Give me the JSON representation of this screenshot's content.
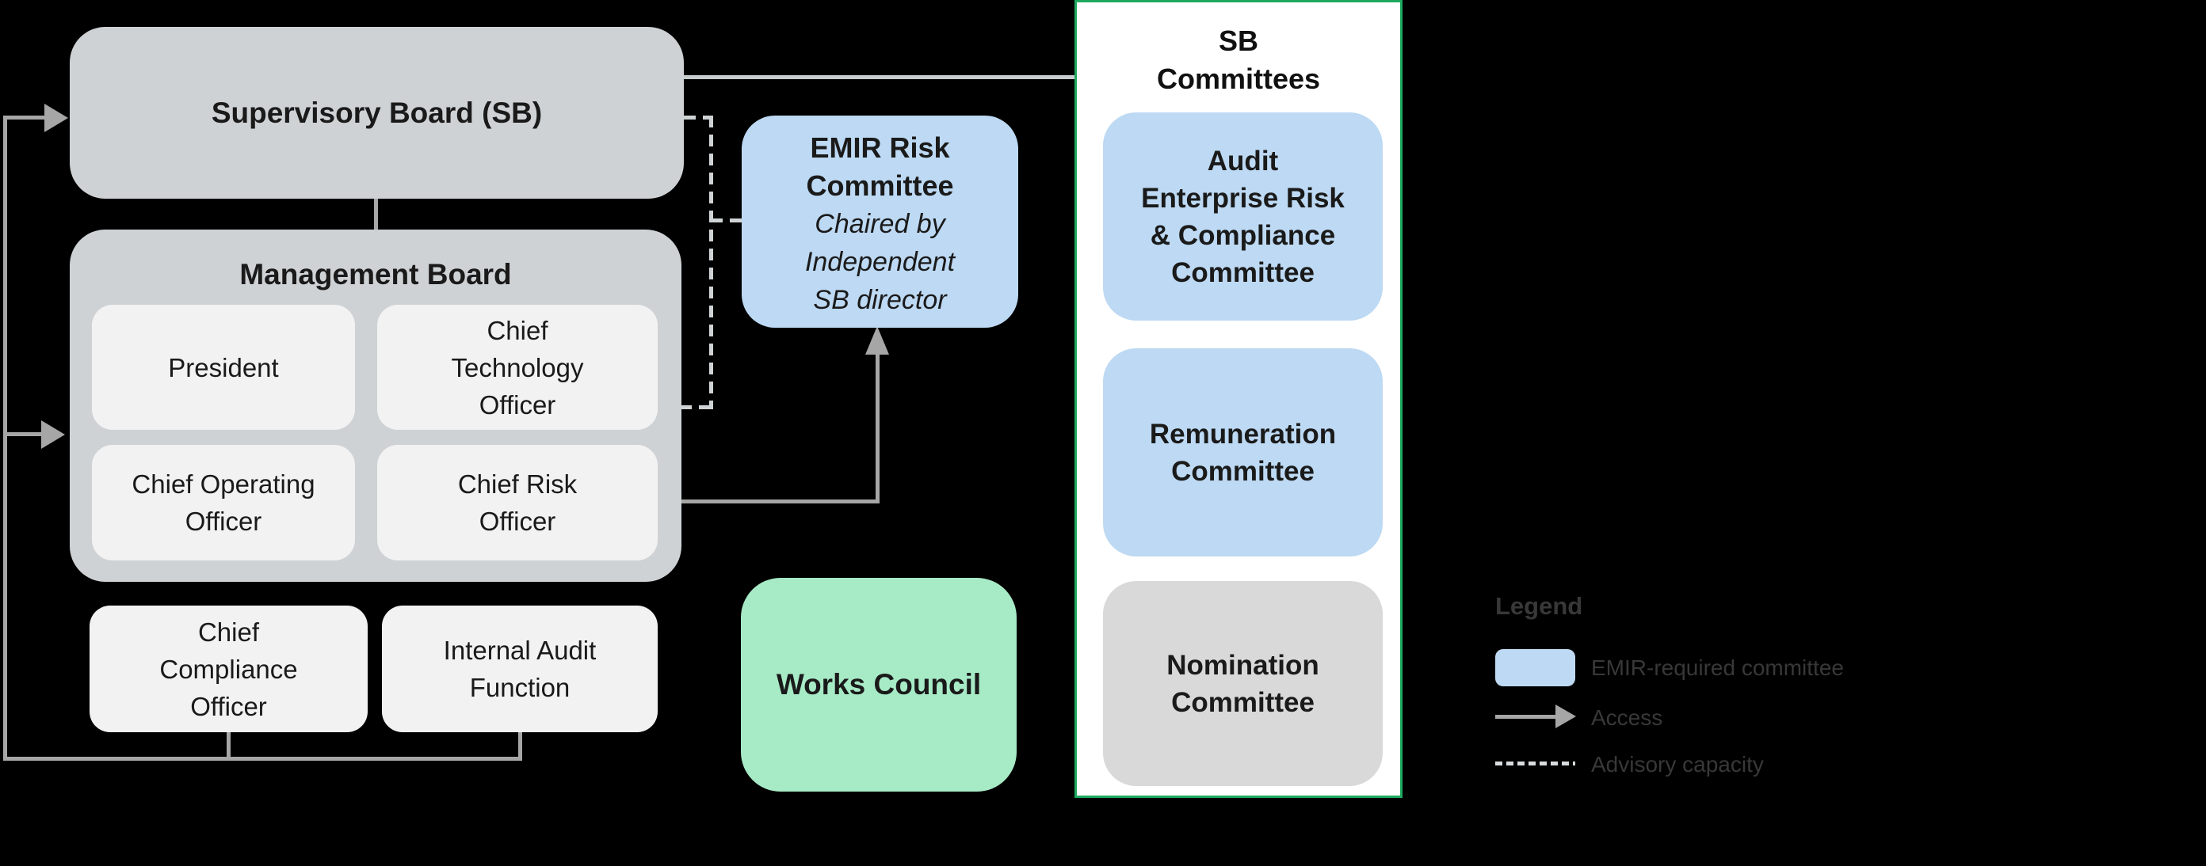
{
  "colors": {
    "background": "#000000",
    "container_gray": "#CED2D5",
    "member_box_fill": "#F2F2F2",
    "emir_blue": "#BDD9F3",
    "works_council_green": "#A7EAC6",
    "plain_committee_gray": "#D9D9D9",
    "panel_border_green": "#1EA95F",
    "access_line_gray": "#A6A6A6",
    "sb_panel_link_gray": "#C8CDD0",
    "advisory_dash_gray": "#CFD3D5",
    "box_text": "#1A1A1A",
    "legend_text": "#383838"
  },
  "boxes": {
    "supervisory_board": {
      "label": "Supervisory Board (SB)"
    },
    "management_board": {
      "title": "Management Board"
    },
    "president": {
      "lines": [
        "President"
      ]
    },
    "cto": {
      "lines": [
        "Chief",
        "Technology",
        "Officer"
      ]
    },
    "coo": {
      "lines": [
        "Chief Operating",
        "Officer"
      ]
    },
    "cro": {
      "lines": [
        "Chief Risk",
        "Officer"
      ]
    },
    "cco": {
      "lines": [
        "Chief",
        "Compliance",
        "Officer"
      ]
    },
    "iaf": {
      "lines": [
        "Internal Audit",
        "Function"
      ]
    },
    "emir": {
      "title_lines": [
        "EMIR Risk",
        "Committee"
      ],
      "subtitle_lines": [
        "Chaired by",
        "Independent",
        "SB director"
      ]
    },
    "works_council": {
      "label": "Works Council"
    }
  },
  "sb_committees": {
    "title_lines": [
      "SB",
      "Committees"
    ],
    "items": [
      {
        "name_lines": [
          "Audit",
          "Enterprise Risk",
          "& Compliance",
          "Committee"
        ],
        "style": "emir-required"
      },
      {
        "name_lines": [
          "Remuneration",
          "Committee"
        ],
        "style": "emir-required"
      },
      {
        "name_lines": [
          "Nomination",
          "Committee"
        ],
        "style": "plain"
      }
    ]
  },
  "legend": {
    "title": "Legend",
    "items": [
      {
        "swatch": "emir-blue-box",
        "label": "EMIR-required committee"
      },
      {
        "swatch": "solid-arrow",
        "label": "Access"
      },
      {
        "swatch": "dashed-line",
        "label": "Advisory capacity"
      }
    ]
  }
}
